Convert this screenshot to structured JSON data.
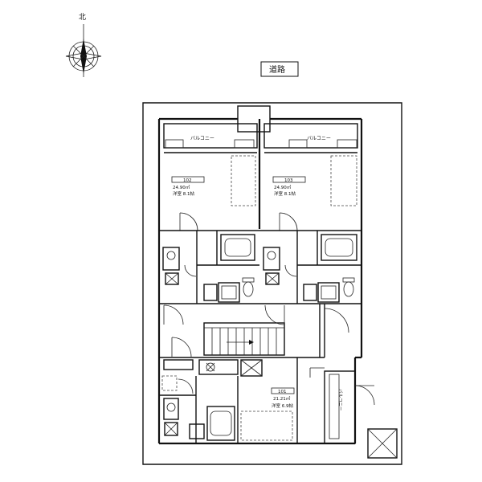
{
  "compass": {
    "north_label": "北"
  },
  "road": {
    "label": "道路"
  },
  "units": [
    {
      "number": "102",
      "area": "24.90㎡",
      "room": "洋室 8.1帖",
      "balcony": "バルコニー"
    },
    {
      "number": "103",
      "area": "24.90㎡",
      "room": "洋室 8.1帖",
      "balcony": "バルコニー"
    },
    {
      "number": "101",
      "area": "21.21㎡",
      "room": "洋室 6.9帖",
      "balcony": "バルコニー"
    }
  ]
}
